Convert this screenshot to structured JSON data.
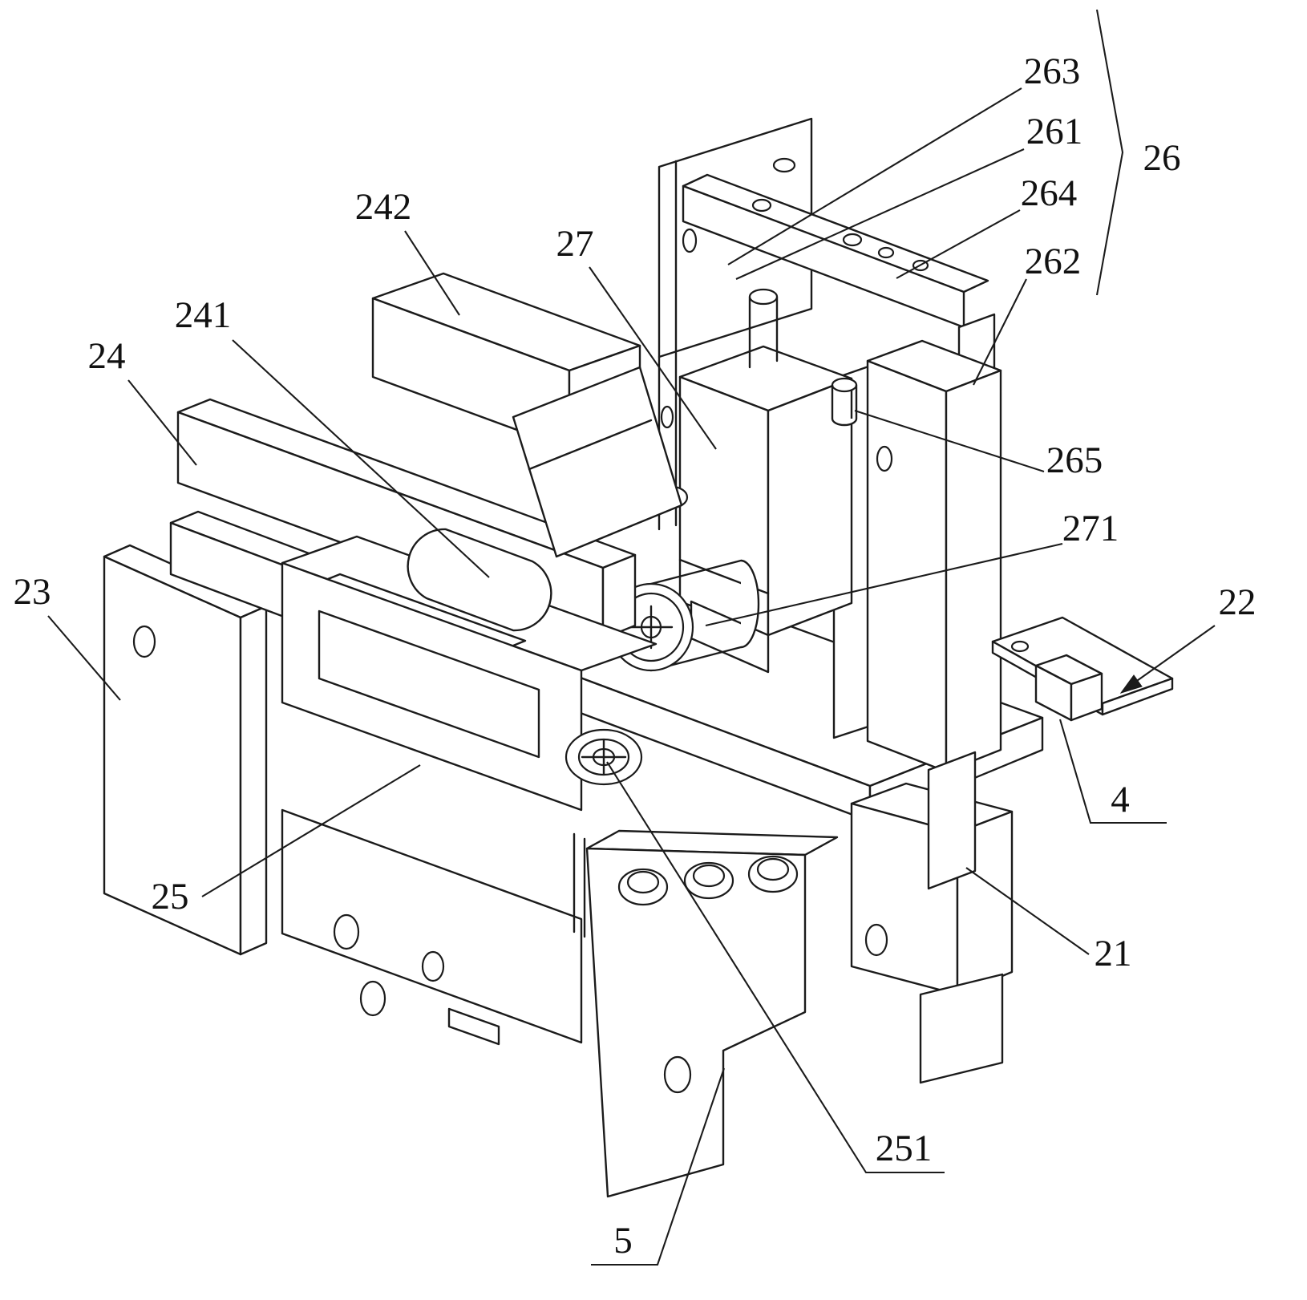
{
  "figure": {
    "kind": "patent-isometric-line-drawing",
    "background": "#ffffff",
    "line_color": "#1b1b1b",
    "labels": {
      "n26": "26",
      "n263": "263",
      "n261": "261",
      "n264": "264",
      "n262": "262",
      "n265": "265",
      "n271": "271",
      "n27": "27",
      "n242": "242",
      "n241": "241",
      "n24": "24",
      "n23": "23",
      "n25": "25",
      "n251": "251",
      "n22": "22",
      "n21": "21",
      "n4": "4",
      "n5": "5"
    }
  }
}
